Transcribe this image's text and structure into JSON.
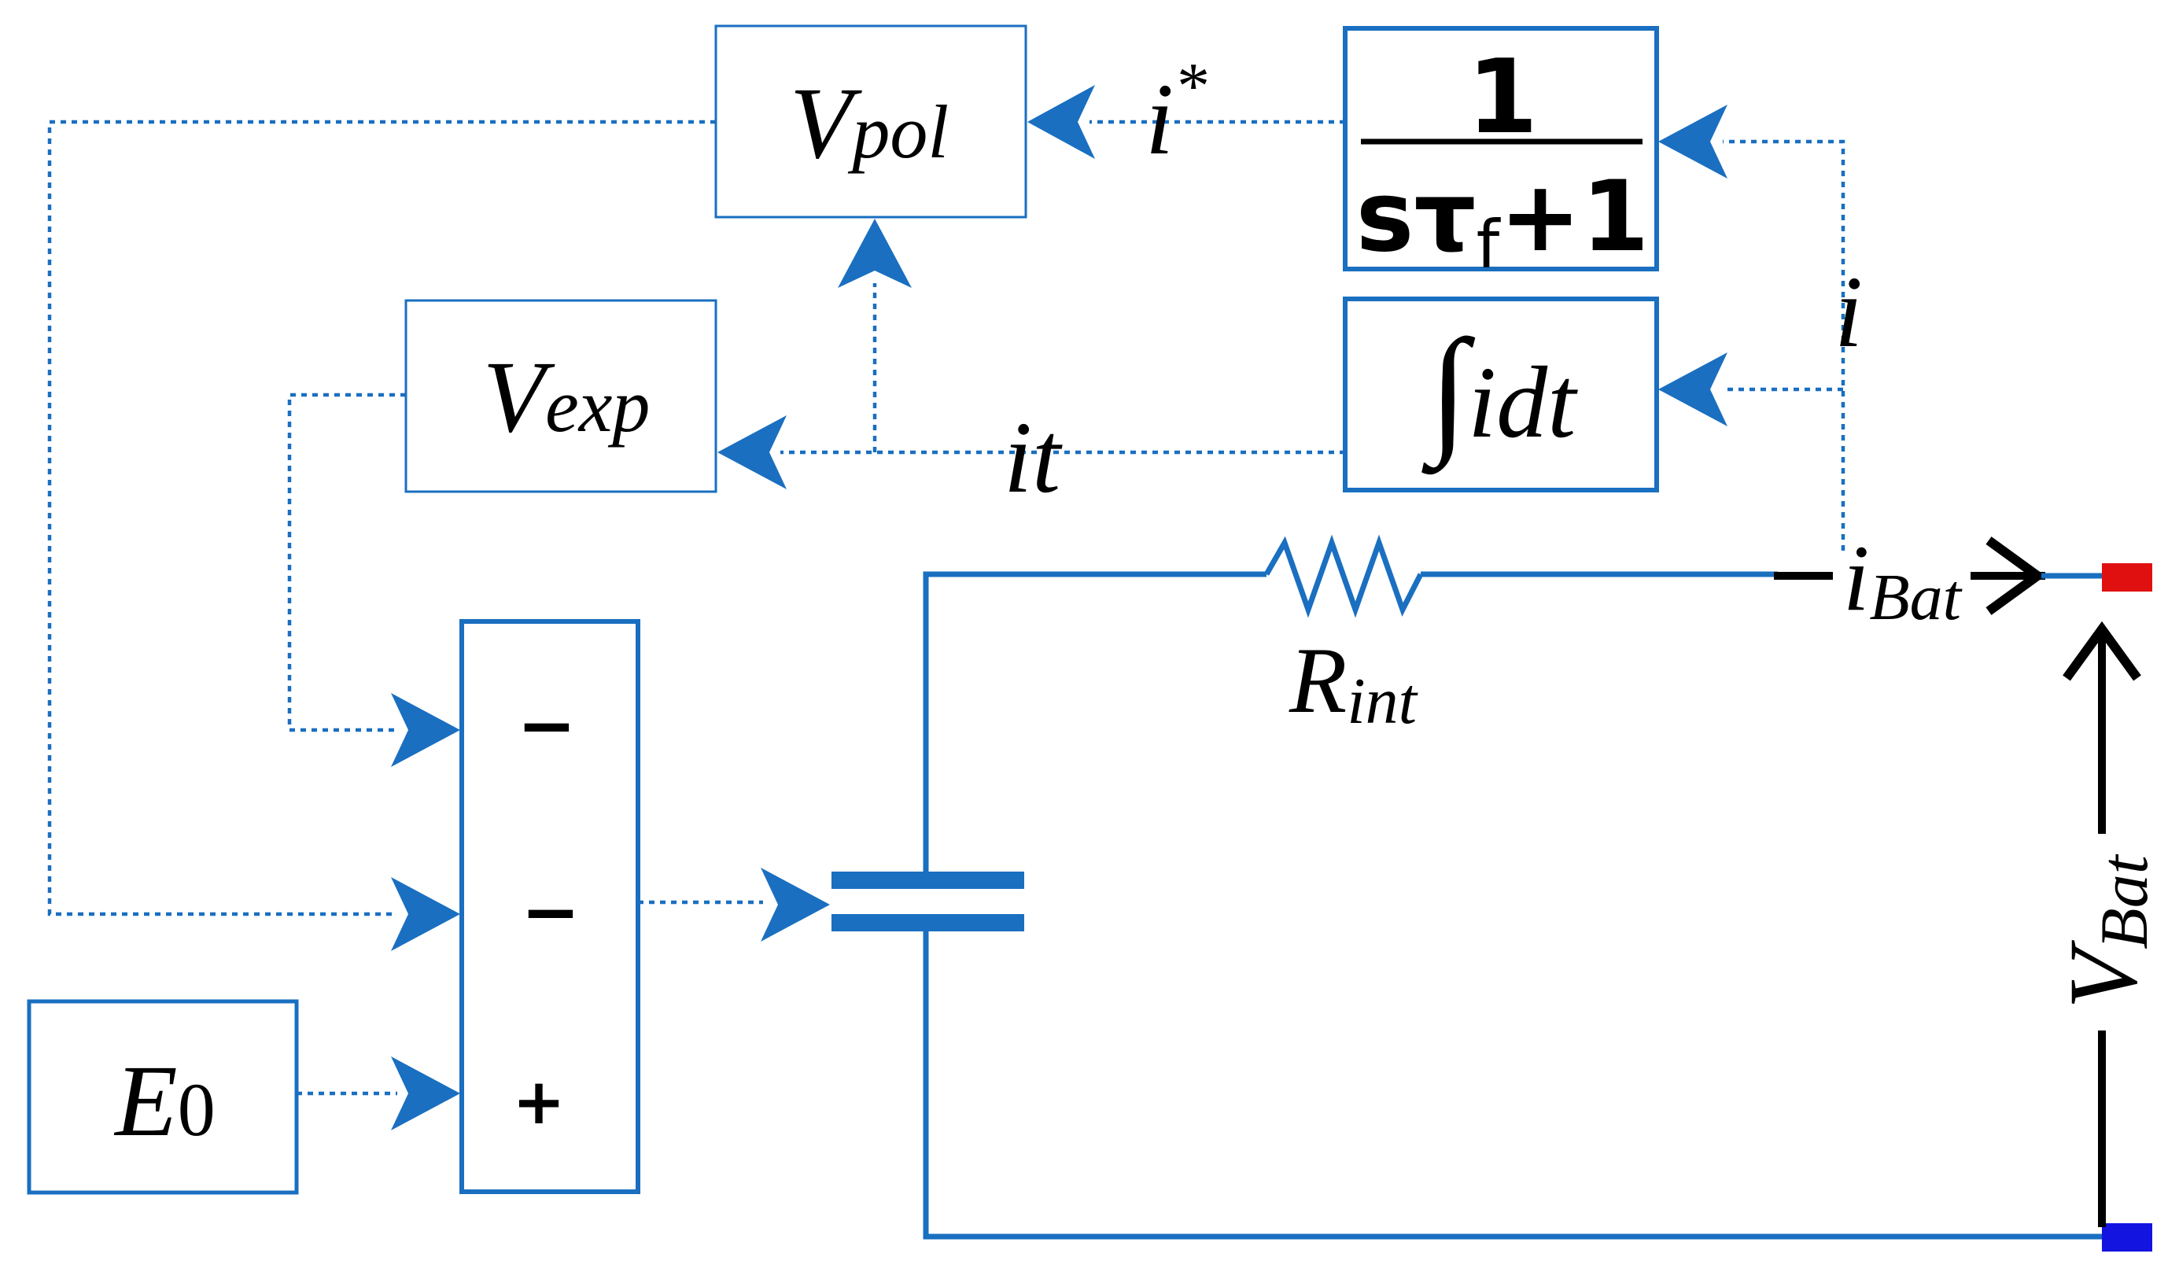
{
  "colors": {
    "signal": "#1a6fc0",
    "text": "#000000",
    "terminal_positive": "#e01010",
    "terminal_negative": "#1414e0"
  },
  "blocks": {
    "vpol": {
      "main": "V",
      "sub": "pol"
    },
    "vexp": {
      "main": "V",
      "sub": "exp"
    },
    "filter": {
      "numerator": "1",
      "den_s_tau": "sτ",
      "den_sub": "f",
      "den_rest": "+1"
    },
    "integrator": {
      "integral": "∫",
      "expr": "idt"
    },
    "e0": {
      "main": "E",
      "sub": "0"
    },
    "summer": {
      "sign_top": "−",
      "sign_mid": "−",
      "sign_bottom": "+"
    }
  },
  "signals": {
    "i_star": {
      "main": "i",
      "sup": "*"
    },
    "i": "i",
    "it": "it",
    "i_bat": {
      "main": "i",
      "sub": "Bat"
    },
    "v_bat": {
      "main": "V",
      "sub": "Bat"
    }
  },
  "components": {
    "resistor": {
      "main": "R",
      "sub": "int"
    }
  }
}
